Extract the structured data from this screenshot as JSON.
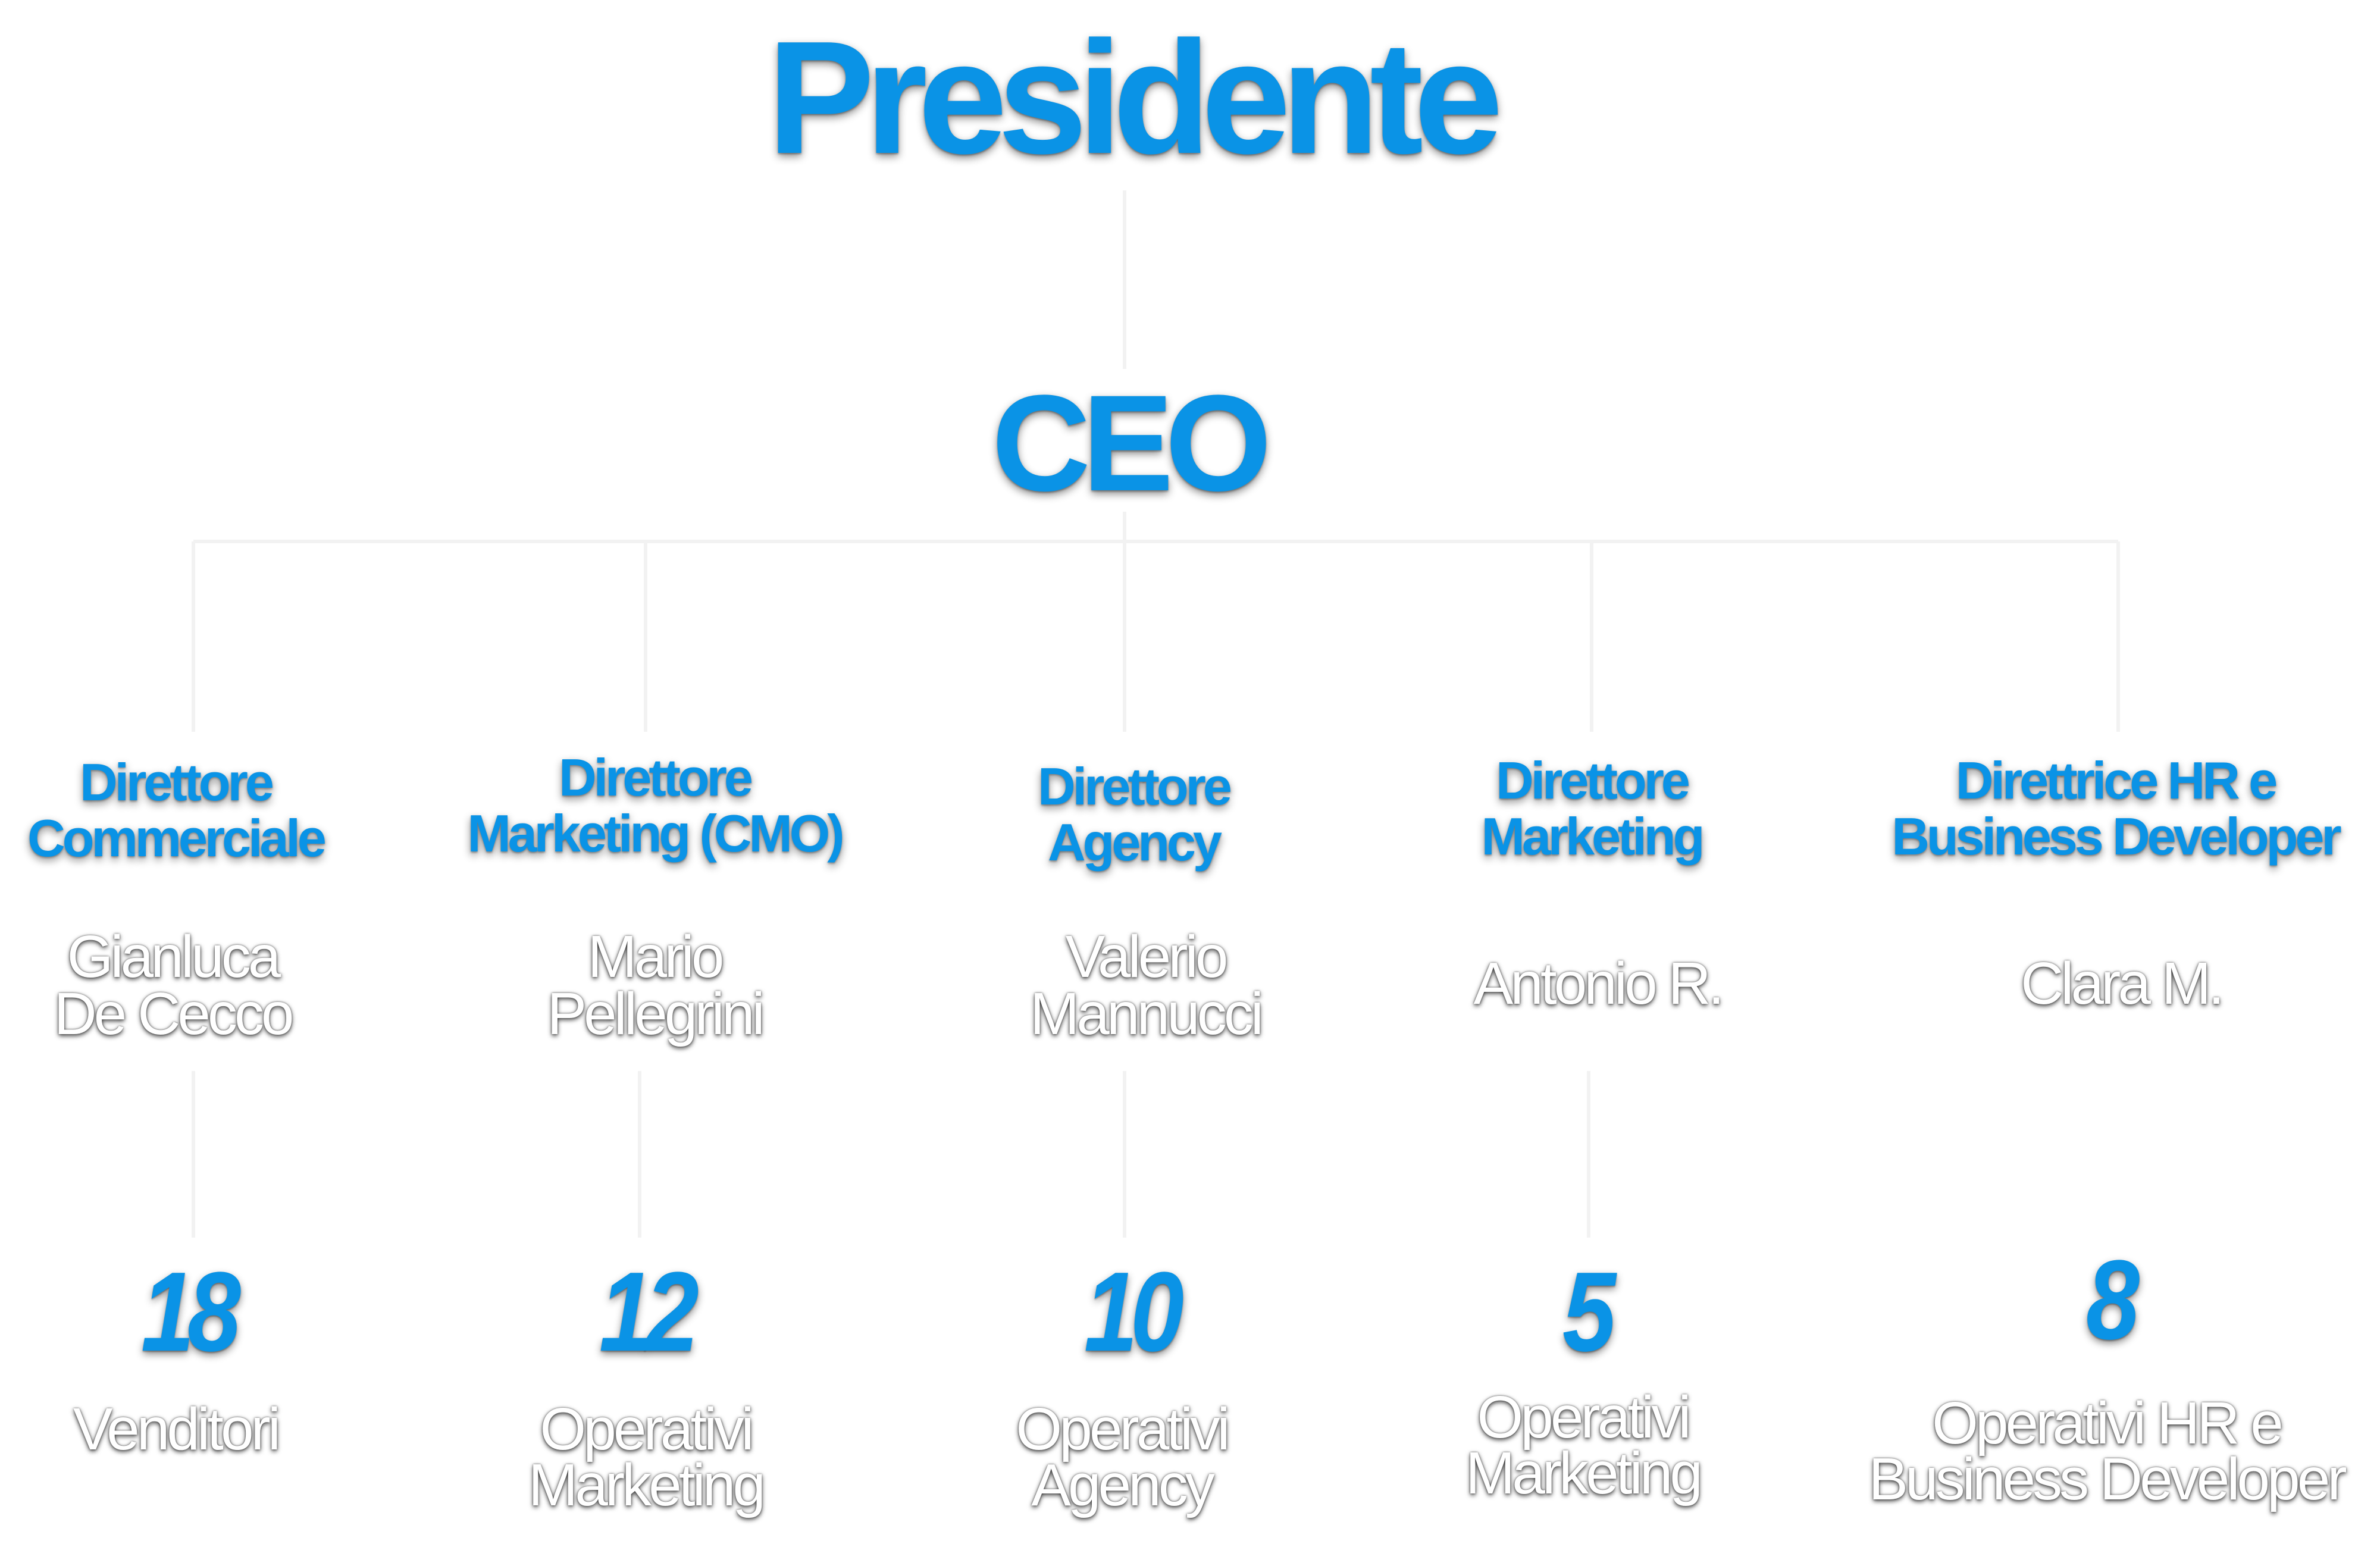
{
  "chart": {
    "president": "Presidente",
    "ceo": "CEO",
    "departments": [
      {
        "role_lines": [
          "Direttore",
          "Commerciale"
        ],
        "person_lines": [
          "Gianluca",
          "De Cecco"
        ],
        "team_count": "18",
        "team_lines": [
          "Venditori"
        ]
      },
      {
        "role_lines": [
          "Direttore",
          "Marketing (CMO)"
        ],
        "person_lines": [
          "Mario",
          "Pellegrini"
        ],
        "team_count": "12",
        "team_lines": [
          "Operativi",
          "Marketing"
        ]
      },
      {
        "role_lines": [
          "Direttore",
          "Agency"
        ],
        "person_lines": [
          "Valerio",
          "Mannucci"
        ],
        "team_count": "10",
        "team_lines": [
          "Operativi",
          "Agency"
        ]
      },
      {
        "role_lines": [
          "Direttore",
          "Marketing"
        ],
        "person_lines": [
          "Antonio R."
        ],
        "team_count": "5",
        "team_lines": [
          "Operativi",
          "Marketing"
        ]
      },
      {
        "role_lines": [
          "Direttrice HR e",
          "Business Developer"
        ],
        "person_lines": [
          "Clara M."
        ],
        "team_count": "8",
        "team_lines": [
          "Operativi HR e",
          "Business Developer"
        ]
      }
    ]
  },
  "colors": {
    "accent_blue": "#0a93e6",
    "label_white": "#ffffff",
    "background": "#ffffff",
    "connector": "#f2f2f2"
  }
}
